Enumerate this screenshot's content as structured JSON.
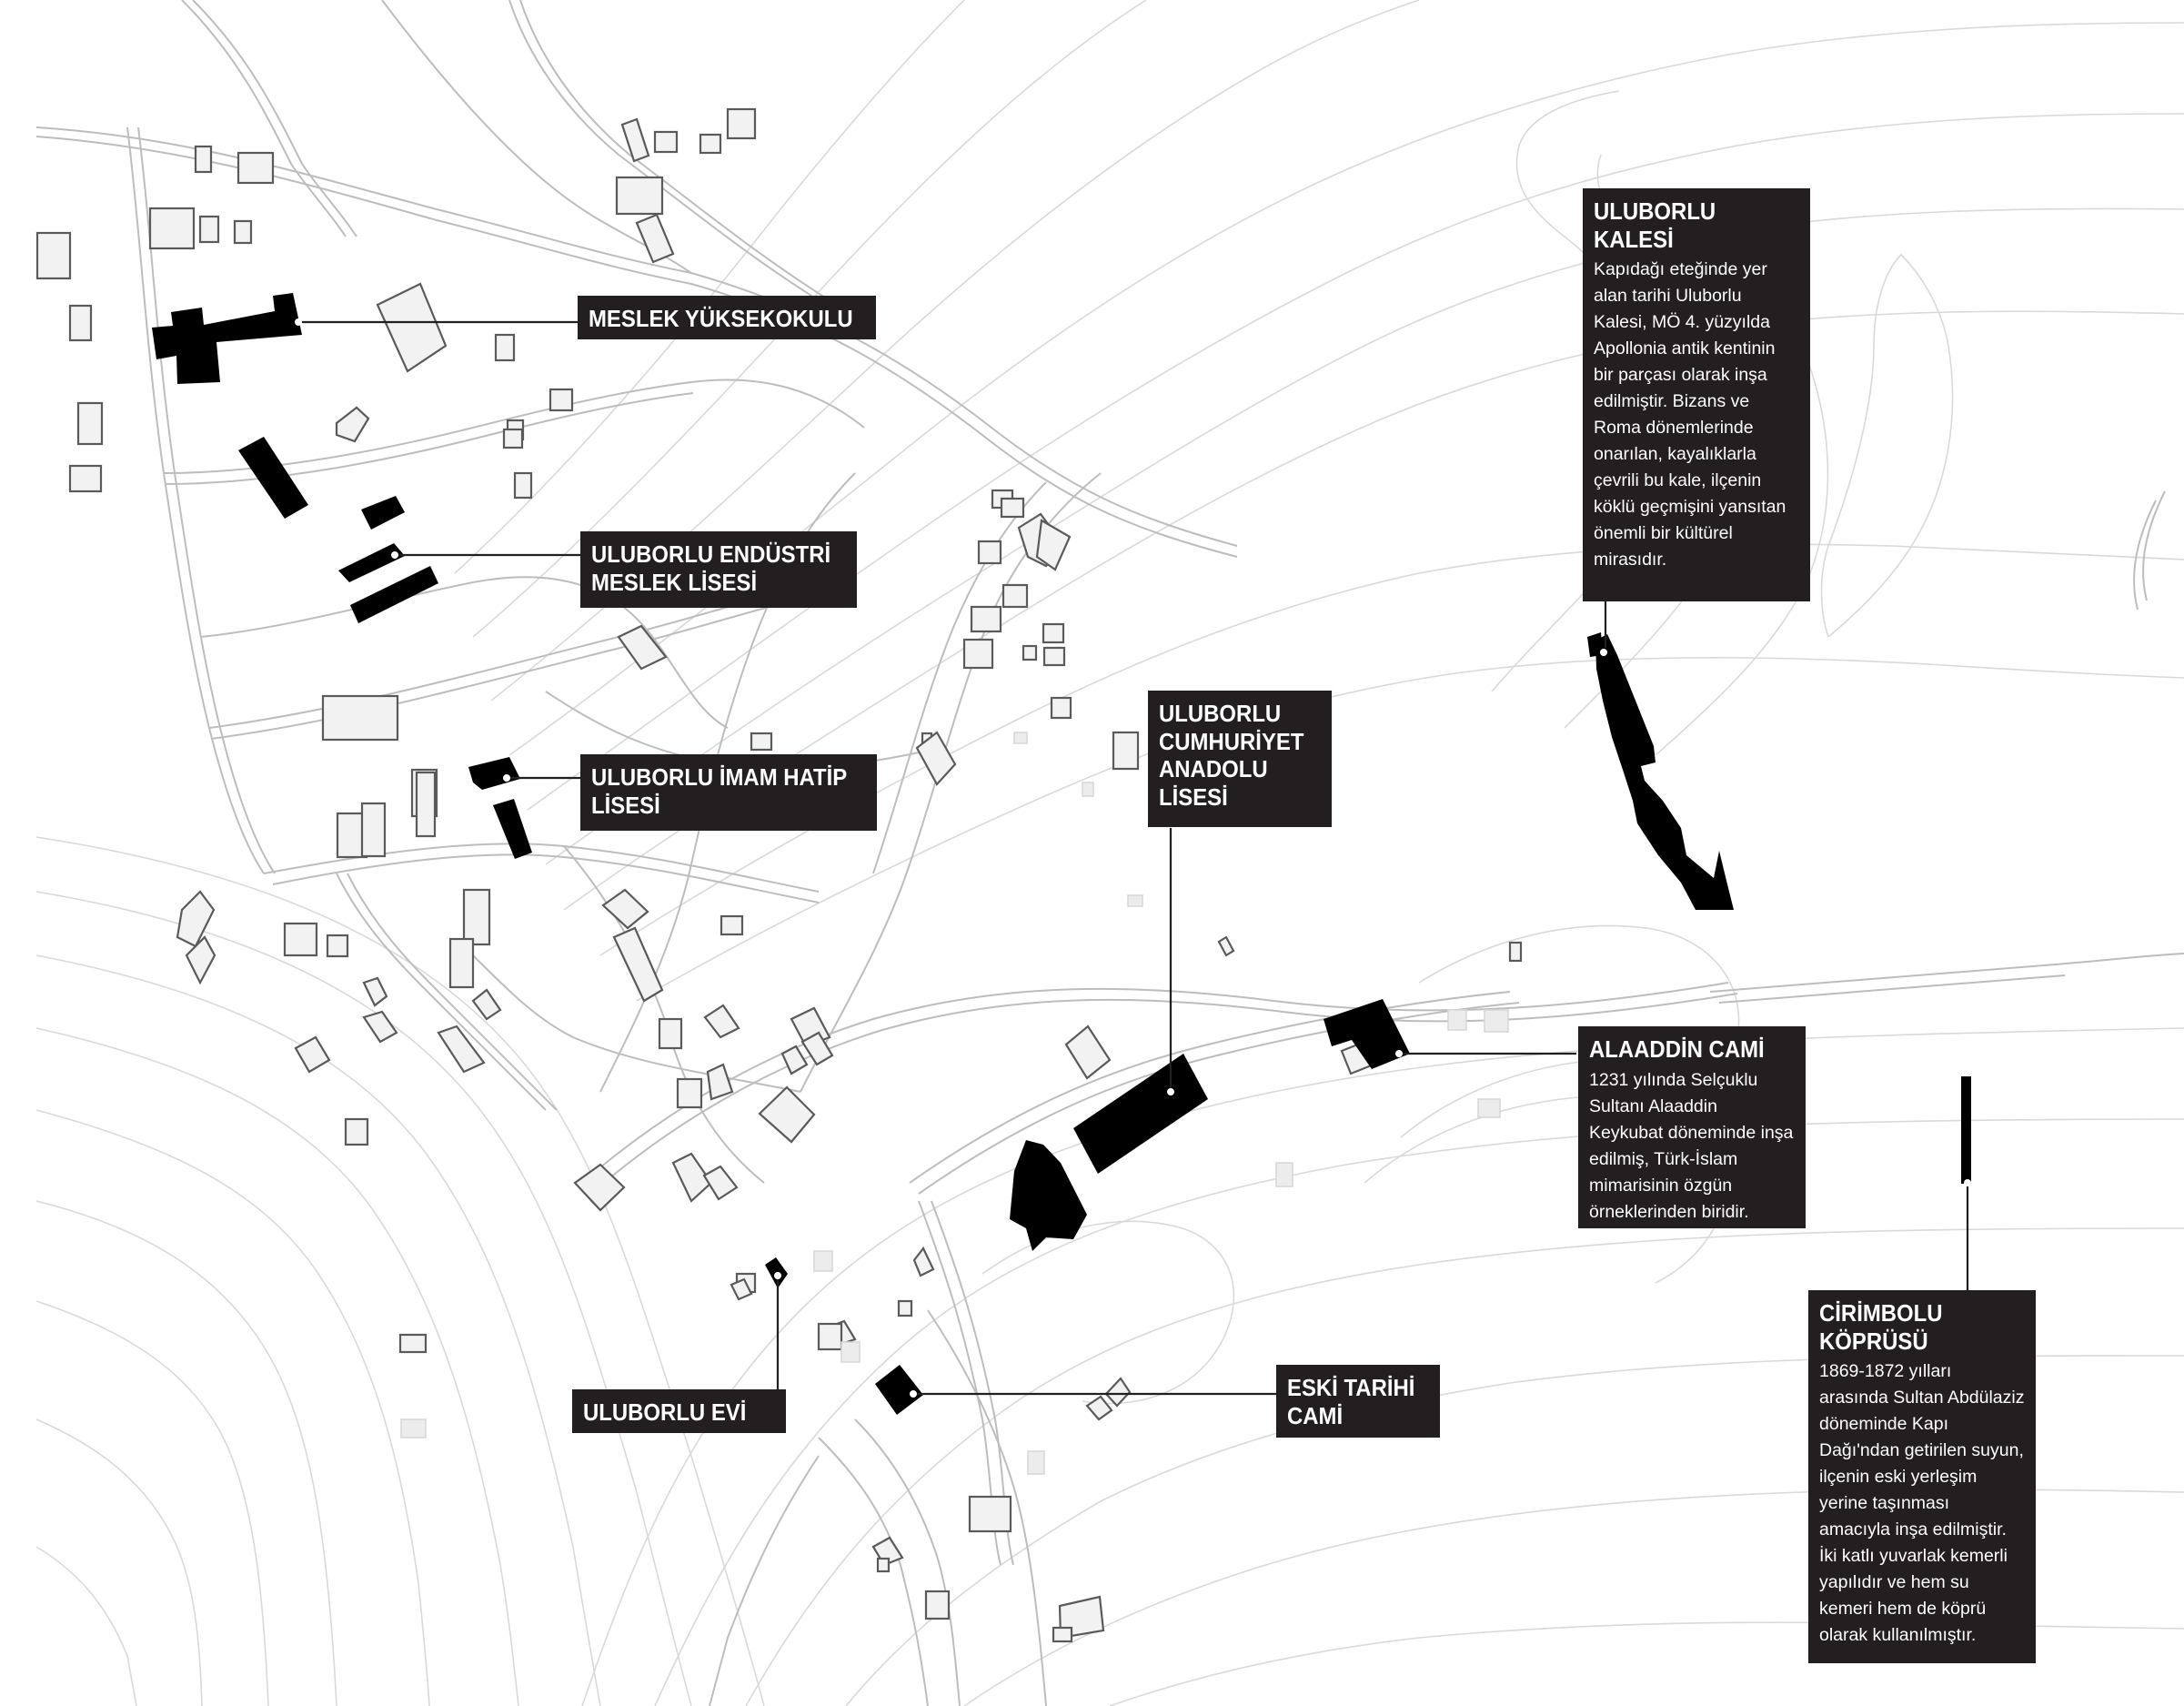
{
  "landmarks": [
    {
      "id": "meslek-yuksekokulu",
      "title": "MESLEK YÜKSEKOKULU",
      "description": ""
    },
    {
      "id": "endustri-meslek",
      "title": "ULUBORLU ENDÜSTRİ MESLEK LİSESİ",
      "description": ""
    },
    {
      "id": "imam-hatip",
      "title": "ULUBORLU İMAM HATİP LİSESİ",
      "description": ""
    },
    {
      "id": "cumhuriyet-anadolu",
      "title": "ULUBORLU CUMHURİYET ANADOLU LİSESİ",
      "description": ""
    },
    {
      "id": "uluborlu-kalesi",
      "title": "ULUBORLU KALESİ",
      "description": "Kapıdağı eteğinde yer alan tarihi Uluborlu Kalesi, MÖ 4. yüzyılda Apollonia antik kentinin bir parçası olarak inşa edilmiştir. Bizans ve Roma dönemlerinde onarılan, kayalıklarla çevrili bu kale, ilçenin köklü geçmişini yansıtan önemli bir kültürel mirasıdır."
    },
    {
      "id": "alaaddin-cami",
      "title": "ALAADDİN CAMİ",
      "description": "1231 yılında Selçuklu Sultanı Alaaddin Keykubat döneminde inşa edilmiş, Türk-İslam mimarisinin özgün örneklerinden biridir."
    },
    {
      "id": "uluborlu-evi",
      "title": "ULUBORLU EVİ",
      "description": ""
    },
    {
      "id": "eski-tarihi-cami",
      "title": "ESKİ TARİHİ CAMİ",
      "description": ""
    },
    {
      "id": "cirimbolu-koprusu",
      "title": "CİRİMBOLU KÖPRÜSÜ",
      "description": "1869-1872 yılları arasında Sultan Abdülaziz döneminde Kapı Dağı'ndan getirilen suyun, ilçenin eski yerleşim yerine taşınması amacıyla inşa edilmiştir. İki katlı yuvarlak kemerli yapılıdır ve hem su kemeri hem de köprü olarak kullanılmıştır."
    }
  ],
  "colors": {
    "label_bg": "#231f20",
    "landmark_building": "#000000",
    "building_fill": "#f0f0f0",
    "building_shadow": "#5a5a5a",
    "road": "#b8b8b8",
    "contour": "#d4d4d4"
  }
}
